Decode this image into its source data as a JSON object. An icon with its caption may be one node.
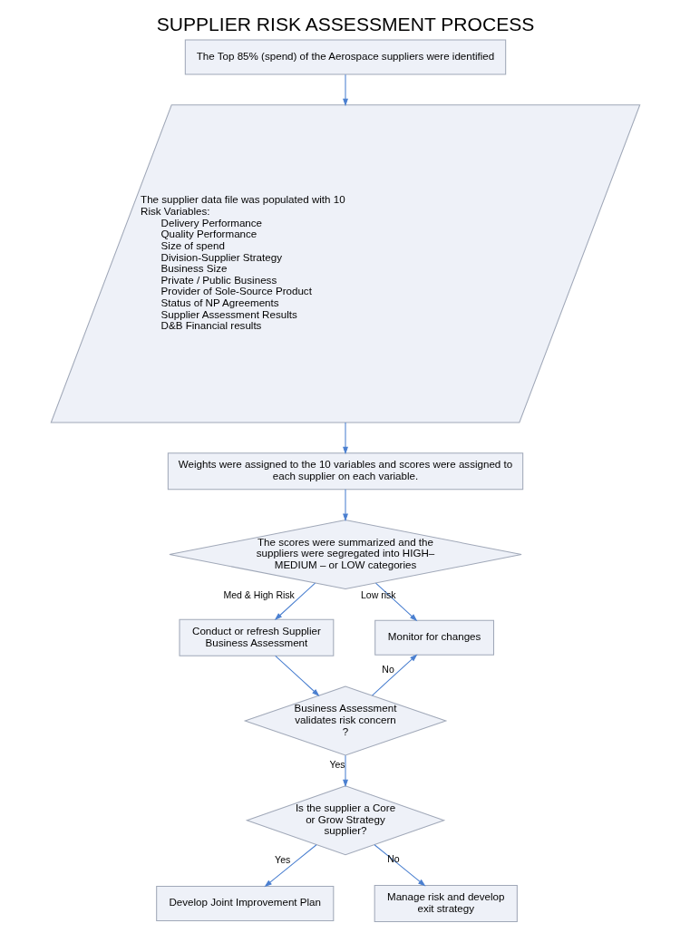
{
  "diagram": {
    "title": "SUPPLIER RISK ASSESSMENT PROCESS",
    "nodes": [
      {
        "text": [
          "The Top 85% (spend) of the Aerospace suppliers were identified"
        ]
      },
      {
        "text": [
          "The supplier data file was populated with 10 Risk Variables:",
          "Delivery Performance",
          "Quality Performance",
          "Size of spend",
          "Division-Supplier Strategy",
          "Business Size",
          "Private / Public Business",
          "Provider of Sole-Source Product",
          "Status of NP Agreements",
          "Supplier Assessment Results",
          "D&B Financial results"
        ]
      },
      {
        "text": [
          "Weights were assigned to the 10 variables and scores were assigned to each supplier on each variable."
        ]
      },
      {
        "text": [
          "The scores were summarized and the suppliers were segregated into HIGH– MEDIUM – or LOW categories"
        ]
      },
      {
        "text": [
          "Conduct or refresh Supplier Business Assessment"
        ]
      },
      {
        "text": [
          "Monitor for changes"
        ]
      },
      {
        "text": [
          "Business Assessment validates risk concern ?"
        ]
      },
      {
        "text": [
          "Is the supplier a Core or Grow Strategy supplier?"
        ]
      },
      {
        "text": [
          "Develop Joint Improvement Plan"
        ]
      },
      {
        "text": [
          "Manage risk and develop exit strategy"
        ]
      }
    ],
    "edges": [
      {
        "from": 0,
        "to": 1,
        "arrow": "to"
      },
      {
        "from": 1,
        "to": 2,
        "arrow": "to"
      },
      {
        "from": 2,
        "to": 3,
        "arrow": "to"
      },
      {
        "from": 3,
        "to": 4,
        "arrow": "to",
        "label": "Med & High Risk"
      },
      {
        "from": 3,
        "to": 5,
        "arrow": "to",
        "label": "Low risk"
      },
      {
        "from": 4,
        "to": 6,
        "arrow": "to"
      },
      {
        "from": 6,
        "to": 7,
        "arrow": "to",
        "label": "Yes"
      },
      {
        "from": 6,
        "to": 5,
        "arrow": "to",
        "label": "No"
      },
      {
        "from": 7,
        "to": 8,
        "arrow": "to",
        "label": "Yes"
      },
      {
        "from": 7,
        "to": 9,
        "arrow": "to",
        "label": "No"
      }
    ]
  }
}
